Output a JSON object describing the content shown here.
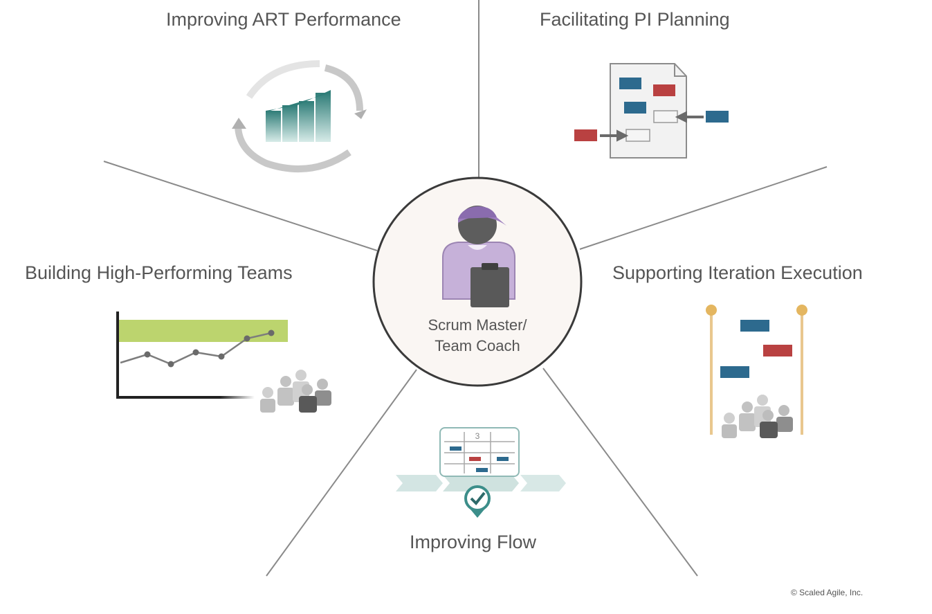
{
  "center": {
    "role_line1": "Scrum Master/",
    "role_line2": "Team Coach"
  },
  "spokes": [
    {
      "id": "art",
      "label": "Improving ART Performance",
      "icon": "cycle-bar-chart-icon"
    },
    {
      "id": "pi",
      "label": "Facilitating PI Planning",
      "icon": "planning-board-icon"
    },
    {
      "id": "iteration",
      "label": "Supporting Iteration Execution",
      "icon": "iteration-timeline-icon"
    },
    {
      "id": "flow",
      "label": "Improving Flow",
      "icon": "flow-board-icon"
    },
    {
      "id": "teams",
      "label": "Building High-Performing Teams",
      "icon": "team-performance-chart-icon"
    }
  ],
  "copyright": "© Scaled Agile, Inc.",
  "flow_board_number": "3",
  "colors": {
    "line": "#808080",
    "text": "#555555",
    "blue": "#2d6a8e",
    "red": "#b94141",
    "teal": "#3c8e8a",
    "green": "#bcd46e",
    "purple": "#b9a3cc",
    "gold": "#e9c78e"
  }
}
